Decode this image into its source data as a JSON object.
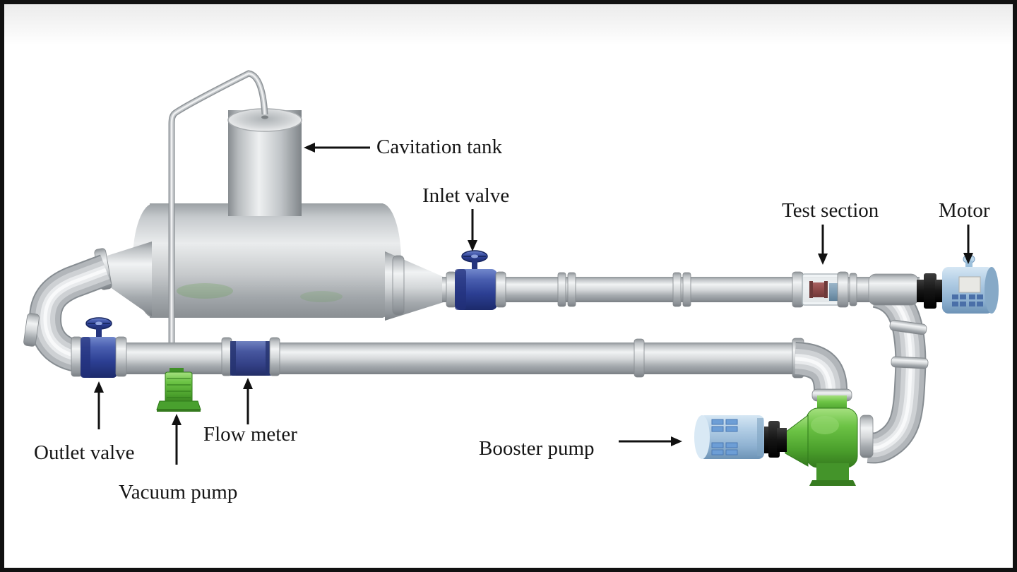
{
  "figure": {
    "type": "3D rendered schematic of a cavitation test loop",
    "background": "#ffffff",
    "frame_color": "#111111"
  },
  "labels": {
    "cavitation_tank": "Cavitation tank",
    "inlet_valve": "Inlet valve",
    "test_section": "Test section",
    "motor": "Motor",
    "outlet_valve": "Outlet valve",
    "vacuum_pump": "Vacuum pump",
    "flow_meter": "Flow meter",
    "booster_pump": "Booster pump"
  },
  "colors": {
    "pipe_silver": "#c9cccf",
    "tank_silver": "#c4c8cb",
    "valve_blue": "#2c3f93",
    "flow_meter_blue": "#35499b",
    "pump_green": "#57b637",
    "vacuum_pump_green": "#57b637",
    "motor_steel_blue": "#9fc0dd",
    "coupling_black": "#151515",
    "test_section_red": "#8d4a4a",
    "test_section_blue": "#7e9db4",
    "label_text": "#161616",
    "background": "#ffffff",
    "frame": "#111111"
  }
}
